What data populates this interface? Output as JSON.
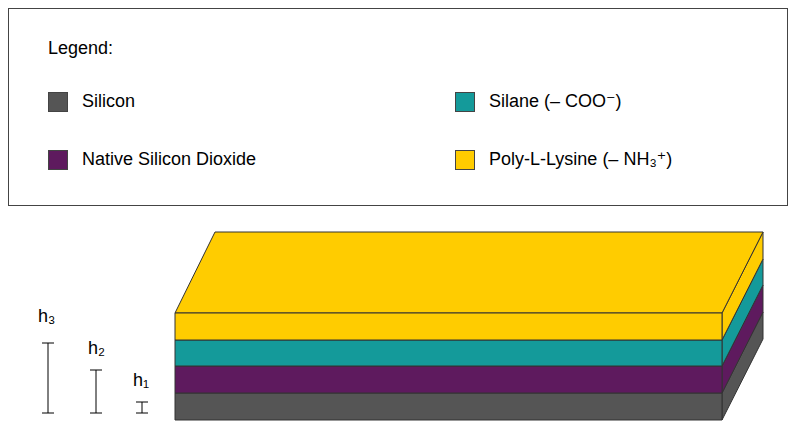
{
  "diagram": {
    "labels": [
      "Legend:",
      "h₃",
      "h₂",
      "h₁"
    ],
    "legend": [
      {
        "text": "Silicon",
        "color": "#555555"
      },
      {
        "text": "Native Silicon Dioxide",
        "color": "#5e1a5e"
      },
      {
        "text": "Silane (– COO⁻)",
        "color": "#149a9a"
      },
      {
        "text": "Poly-L-Lysine (– NH₃⁺)",
        "color": "#ffcc00"
      }
    ]
  }
}
